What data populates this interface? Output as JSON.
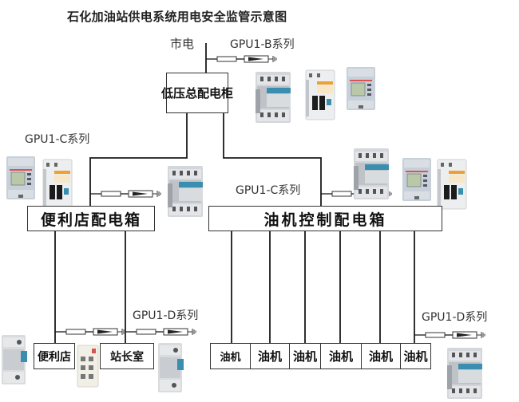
{
  "title": "石化加油站供电系统用电安全监管示意图",
  "labels": {
    "mains": "市电",
    "series_b": "GPU1-B系列",
    "series_c_left": "GPU1-C系列",
    "series_c_right": "GPU1-C系列",
    "series_d_left": "GPU1-D系列",
    "series_d_right": "GPU1-D系列"
  },
  "boxes": {
    "main_cabinet": "低压总配电柜",
    "store_box": "便利店配电箱",
    "dispenser_box": "油机控制配电箱",
    "store": "便利店",
    "manager_office": "站长室",
    "dispensers": [
      "油机",
      "油机",
      "油机",
      "油机",
      "油机",
      "油机"
    ]
  },
  "devices": {
    "spd_4pole": "surge-protector-4pole",
    "breaker": "circuit-breaker",
    "meter": "energy-meter",
    "spd_1pole": "surge-protector-1pole",
    "power_strip": "power-strip"
  },
  "colors": {
    "line": "#1a1a1a",
    "spd_blue": "#3a8fb0",
    "device_gray": "#c9ccd0",
    "breaker_orange": "#f0a030"
  }
}
